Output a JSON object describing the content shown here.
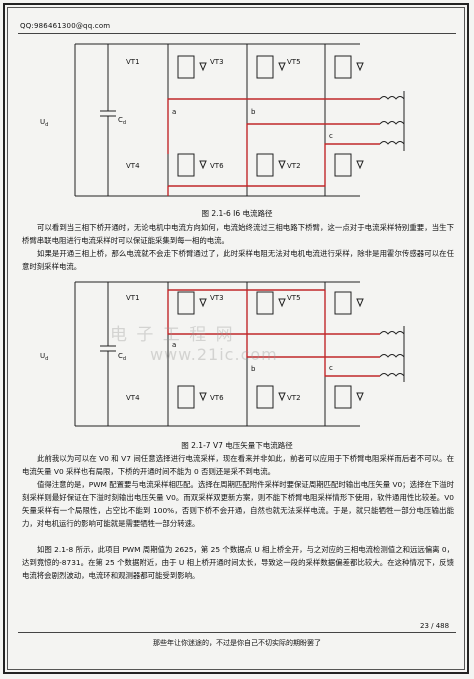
{
  "header": {
    "email": "QQ:986461300@qq.com"
  },
  "figure1": {
    "caption": "图 2.1-6 I6 电流路径",
    "labels": {
      "ud": "U",
      "ud_sub": "d",
      "cd": "C",
      "cd_sub": "d",
      "vt1": "VT1",
      "vt3": "VT3",
      "vt5": "VT5",
      "vt4": "VT4",
      "vt6": "VT6",
      "vt2": "VT2",
      "a": "a",
      "b": "b",
      "c": "c"
    }
  },
  "figure2": {
    "caption": "图 2.1-7 V7 电压矢量下电流路径",
    "labels": {
      "ud": "U",
      "ud_sub": "d",
      "cd": "C",
      "cd_sub": "d",
      "vt1": "VT1",
      "vt3": "VT3",
      "vt5": "VT5",
      "vt4": "VT4",
      "vt6": "VT6",
      "vt2": "VT2",
      "a": "a",
      "b": "b",
      "c": "c"
    }
  },
  "watermark": {
    "line1": "电 子 工 程 网",
    "line2": "www.21ic.com"
  },
  "paragraphs": {
    "p1": "可以看到当三相下桥开通时，无论电机中电流方向如何，电流始终流过三相电路下桥臂，这一点对于电流采样特别重要，当生下桥臂串联电阻进行电流采样时可以保证能采集到每一相的电流。",
    "p2": "如果是开通三相上桥，那么电流就不会走下桥臂通过了，此时采样电阻无法对电机电流进行采样，除非是用霍尔传感器可以在任意时刻采样电流。",
    "p3": "此前我以为可以在 V0 和 V7 间任意选择进行电流采样，现在看来并非如此，前者可以应用于下桥臂电阻采样而后者不可以。在电流矢量 V0 采样也有局限，下桥的开通时间不能为 0 否则还是采不到电流。",
    "p4": "值得注意的是，PWM 配置要与电流采样相匹配。选择在周期匹配附件采样时要保证周期匹配时输出电压矢量 V0；选择在下溢时刻采样则最好保证在下溢时刻输出电压矢量 V0。而双采样双更新方案，则不能下桥臂电阻采样情形下使用，软件通用性比较差。V0 矢量采样有一个局限性，占空比不能到 100%，否则下桥不会开通，自然也就无法采样电流。于是，就只能牺牲一部分电压输出能力，对电机运行的影响可能就是需要牺牲一部分转速。",
    "p5": "如图 2.1-8 所示，此项目 PWM 周期值为 2625，第 25 个数据点 U 相上桥全开，与之对应的三相电流检测值之和远远偏离 0，达到竟惊的-8731。在第 25 个数据附近，由于 U 相上桥开通时间太长，导致这一段的采样数据偏差都比较大。在这种情况下，反馈电流将会剧烈波动，电流环和观测器都可能受到影响。"
  },
  "page_number": "23  /  488",
  "footer": "那些年让你迷途的，不过是你自己不切实际的期盼罢了"
}
